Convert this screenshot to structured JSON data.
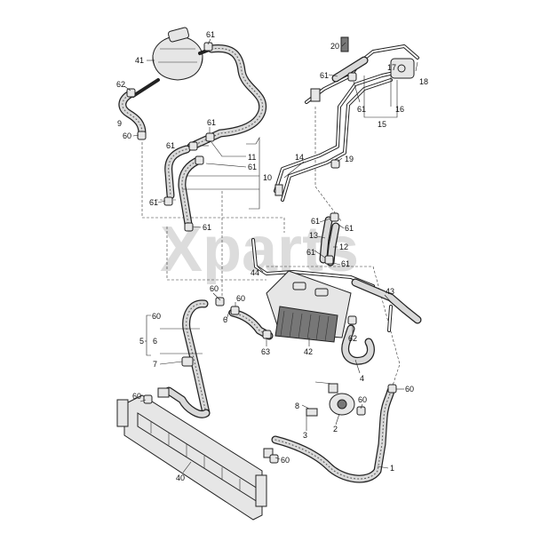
{
  "watermark": "Xparts",
  "callouts": [
    "1",
    "2",
    "3",
    "4",
    "5",
    "6",
    "7",
    "8",
    "9",
    "10",
    "11",
    "12",
    "13",
    "14",
    "15",
    "16",
    "17",
    "18",
    "19",
    "20",
    "40",
    "41",
    "42",
    "43",
    "44",
    "60",
    "61",
    "62",
    "63"
  ]
}
